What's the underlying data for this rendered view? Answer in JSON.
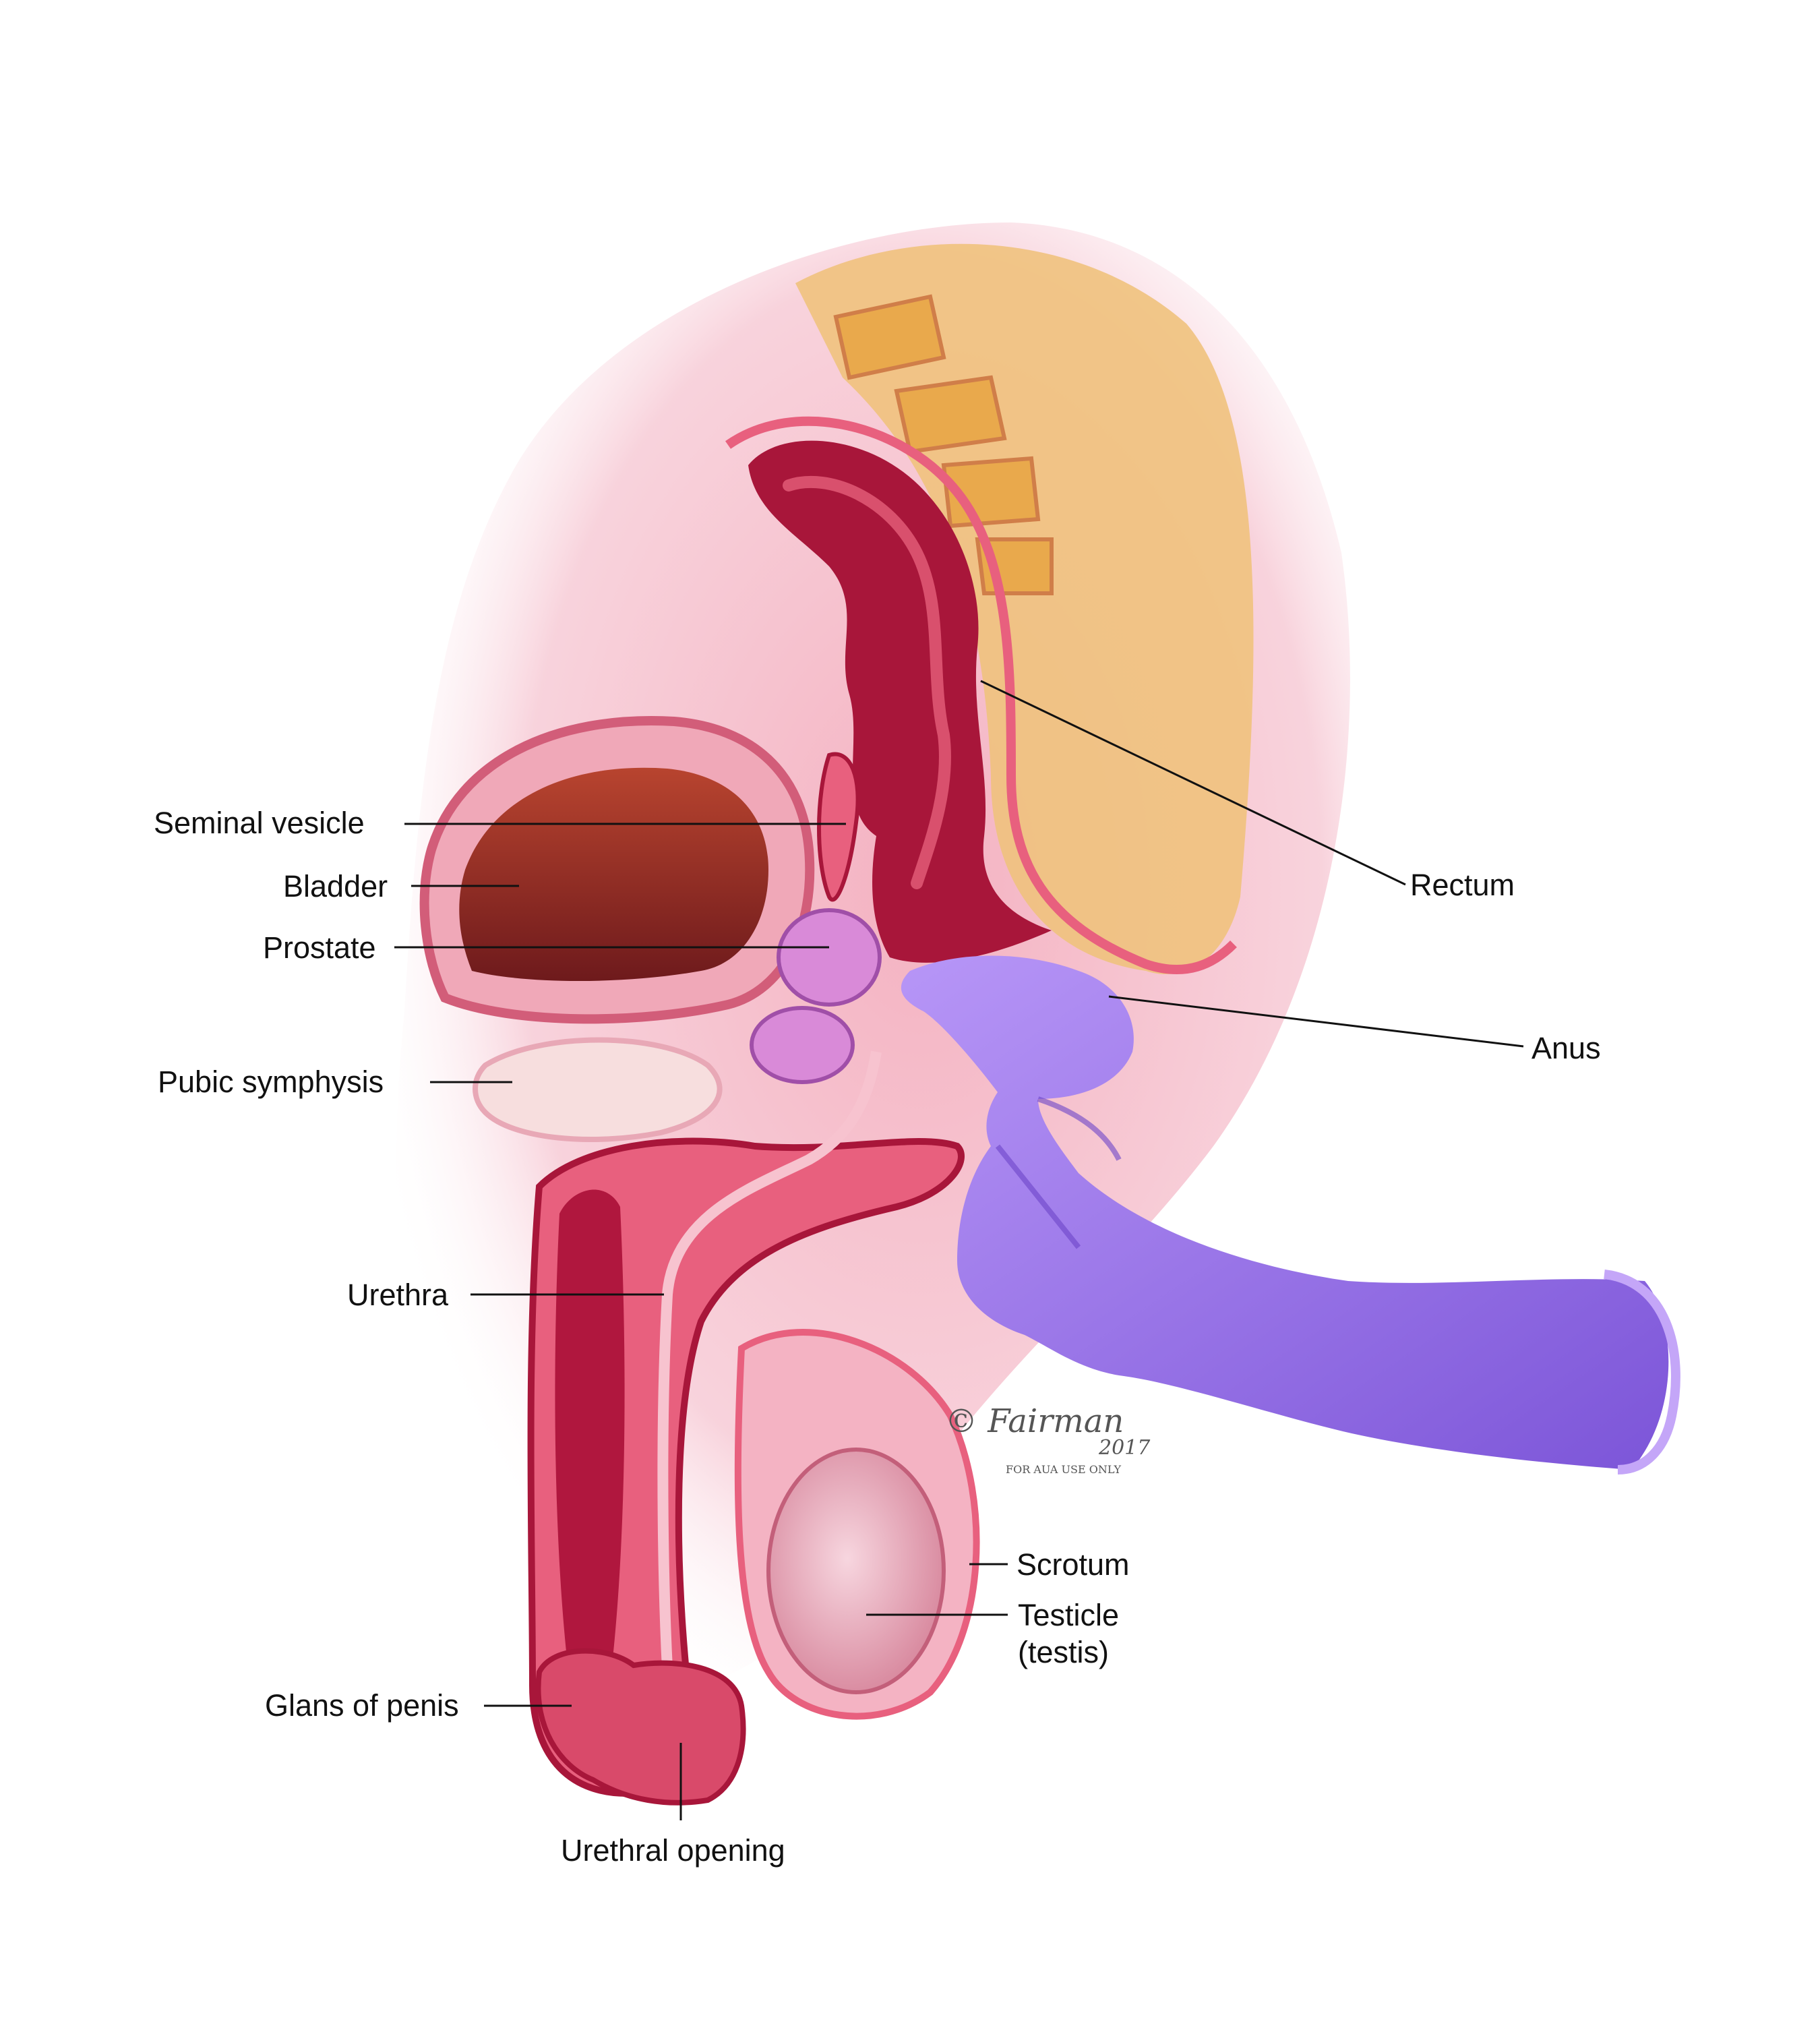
{
  "labels": {
    "seminal_vesicle": "Seminal vesicle",
    "bladder": "Bladder",
    "prostate": "Prostate",
    "pubic_symphysis": "Pubic symphysis",
    "urethra": "Urethra",
    "glans_of_penis": "Glans of penis",
    "urethral_opening": "Urethral opening",
    "rectum": "Rectum",
    "anus": "Anus",
    "scrotum": "Scrotum",
    "testicle": "Testicle",
    "testis": "(testis)"
  },
  "signature": {
    "name": "© Fairman",
    "year": "2017",
    "note": "FOR AUA USE ONLY"
  },
  "colors": {
    "tissue": "#e8607e",
    "tissue_dark": "#a8163a",
    "tissue_light": "#f7c3cf",
    "bladder": "#8f2a22",
    "fat": "#e8b96a",
    "bone": "#f3d7d2",
    "glove": "#9a70ec",
    "glove_dark": "#6c45c8",
    "leader": "#111111"
  }
}
